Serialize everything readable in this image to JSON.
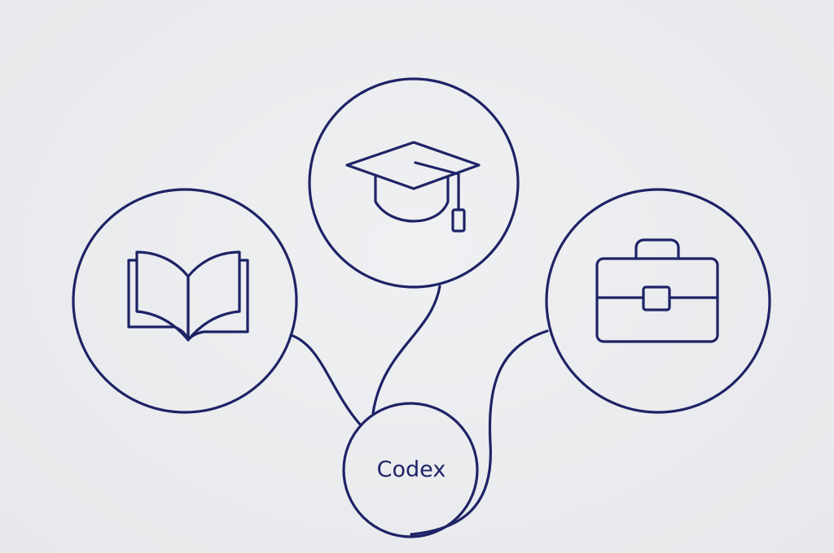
{
  "diagram": {
    "hub": {
      "label": "Codex"
    },
    "nodes": [
      {
        "id": "book",
        "icon": "open-book-icon"
      },
      {
        "id": "education",
        "icon": "graduation-cap-icon"
      },
      {
        "id": "work",
        "icon": "briefcase-icon"
      }
    ],
    "colors": {
      "stroke": "#1e2366",
      "background": "#e9ebee"
    }
  }
}
